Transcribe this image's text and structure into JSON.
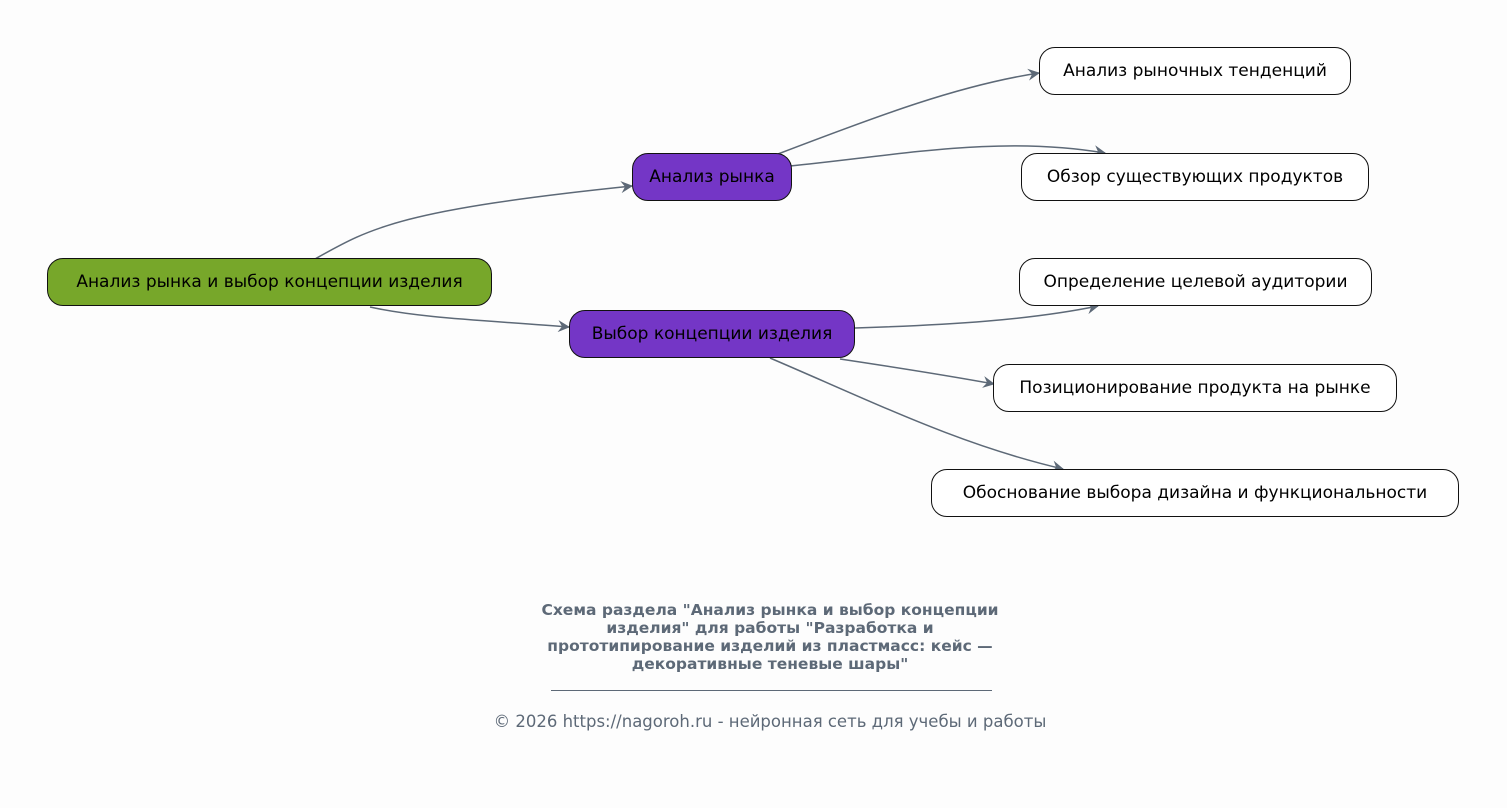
{
  "diagram": {
    "root": {
      "id": "root",
      "label": "Анализ рынка и выбор концепции изделия",
      "color": "#77a72a"
    },
    "branches": [
      {
        "id": "b1",
        "label": "Анализ рынка",
        "color": "#7436c6",
        "children": [
          {
            "id": "b1c1",
            "label": "Анализ рыночных тенденций"
          },
          {
            "id": "b1c2",
            "label": "Обзор существующих продуктов"
          }
        ]
      },
      {
        "id": "b2",
        "label": "Выбор концепции изделия",
        "color": "#7436c6",
        "children": [
          {
            "id": "b2c1",
            "label": "Определение целевой аудитории"
          },
          {
            "id": "b2c2",
            "label": "Позиционирование продукта на рынке"
          },
          {
            "id": "b2c3",
            "label": "Обоснование выбора дизайна и функциональности"
          }
        ]
      }
    ],
    "edge_color": "#5d6977",
    "leaf_color": "#ffffff"
  },
  "caption": {
    "lines": [
      "Схема раздела \"Анализ рынка и выбор концепции",
      "изделия\" для работы \"Разработка и",
      "прототипирование изделий из пластмасс: кейс —",
      "декоративные теневые шары\""
    ]
  },
  "footer": "© 2026 https://nagoroh.ru - нейронная сеть для учебы и работы"
}
